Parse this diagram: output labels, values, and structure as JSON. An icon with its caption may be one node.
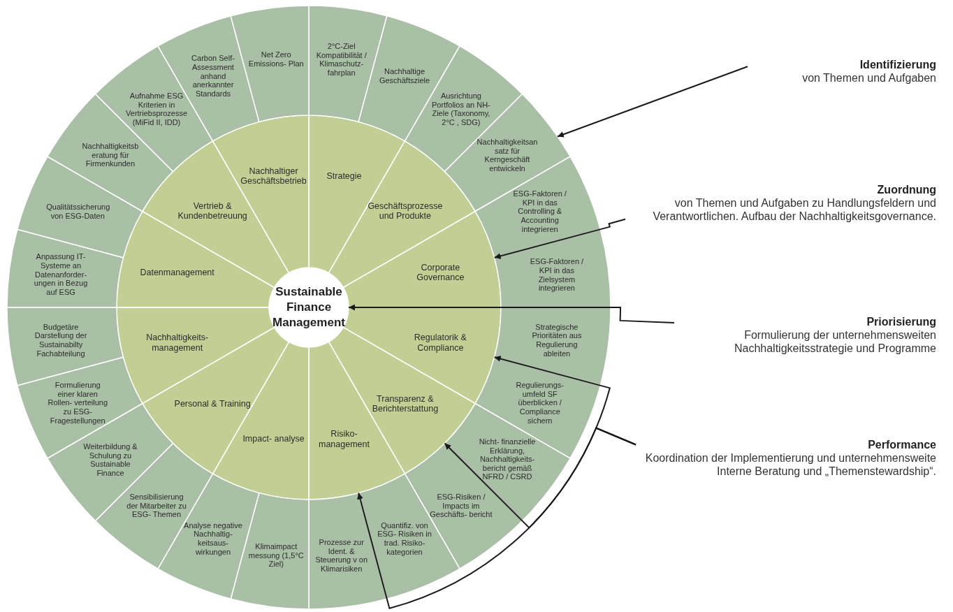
{
  "diagram": {
    "nodes": [
      {
        "text": [
          "Sustainable Finance Management"
        ]
      },
      {
        "text": [
          "Strategie"
        ]
      },
      {
        "text": [
          "Geschäftsprozesse und Produkte"
        ]
      },
      {
        "text": [
          "Corporate Governance"
        ]
      },
      {
        "text": [
          "Regulatorik & Compliance"
        ]
      },
      {
        "text": [
          "Transparenz & Berichterstattung"
        ]
      },
      {
        "text": [
          "Risiko- management"
        ]
      },
      {
        "text": [
          "Impact- analyse"
        ]
      },
      {
        "text": [
          "Personal & Training"
        ]
      },
      {
        "text": [
          "Nachhaltigkeits- management"
        ]
      },
      {
        "text": [
          "Datenmanagement"
        ]
      },
      {
        "text": [
          "Vertrieb & Kundenbetreuung"
        ]
      },
      {
        "text": [
          "Nachhaltiger Geschäftsbetrieb"
        ]
      },
      {
        "text": [
          "2°C-Ziel Kompatibilität / Klimaschutz- fahrplan"
        ]
      },
      {
        "text": [
          "Nachhaltige Geschäftsziele"
        ]
      },
      {
        "text": [
          "Ausrichtung Portfolios an NH- Ziele (Taxonomy, 2°C , SDG)"
        ]
      },
      {
        "text": [
          "Nachhaltigkeitsan satz für Kerngeschäft entwickeln"
        ]
      },
      {
        "text": [
          "ESG-Faktoren / KPI in das Controlling & Accounting integrieren"
        ]
      },
      {
        "text": [
          "ESG-Faktoren / KPI in das Zielsystem integrieren"
        ]
      },
      {
        "text": [
          "Strategische Prioritäten aus Regulierung ableiten"
        ]
      },
      {
        "text": [
          "Regulierungs-umfeld SF überblicken / Compliance sichern"
        ]
      },
      {
        "text": [
          "Nicht- finanzielle Erklärung, Nachhaltigkeits- bericht gemäß NFRD / CSRD"
        ]
      },
      {
        "text": [
          "ESG-Risiken / Impacts im Geschäfts- bericht"
        ]
      },
      {
        "text": [
          "Quantifiz. von ESG- Risiken in trad. Risiko- kategorien"
        ]
      },
      {
        "text": [
          "Prozesse zur Ident. & Steuerung v on Klimarisiken"
        ]
      },
      {
        "text": [
          "Klimaimpact messung (1,5°C Ziel)"
        ]
      },
      {
        "text": [
          "Analyse negative Nachhaltig- keitsaus- wirkungen"
        ]
      },
      {
        "text": [
          "Sensibilisierung der Mitarbeiter zu ESG- Themen"
        ]
      },
      {
        "text": [
          "Weiterbildung & Schulung zu Sustainable Finance"
        ]
      },
      {
        "text": [
          "Formulierung einer klaren Rollen- verteilung zu ESG- Fragestellungen"
        ]
      },
      {
        "text": [
          "Budgetäre Darstellung der Sustainabilty Fachabteilung"
        ]
      },
      {
        "text": [
          "Anpassung IT- Systeme an Datenanforder- ungen in Bezug auf ESG"
        ]
      },
      {
        "text": [
          "Qualitätssicherung von ESG-Daten"
        ]
      },
      {
        "text": [
          "Nachhaltigkeitsb eratung für Firmenkunden"
        ]
      },
      {
        "text": [
          "Aufnahme ESG Kriterien in Vertriebsprozesse (MiFid II, IDD)"
        ]
      },
      {
        "text": [
          "Carbon Self- Assessment anhand anerkannter Standards"
        ]
      },
      {
        "text": [
          "Net Zero Emissions- Plan"
        ]
      },
      {
        "text": [
          "Identifizierung",
          "von Themen und Aufgaben"
        ]
      },
      {
        "text": [
          "Zuordnung",
          "von Themen und Aufgaben zu Handlungsfeldern und Verantwortlichen. Aufbau der Nachhaltigkeitsgovernance."
        ]
      },
      {
        "text": [
          "Priorisierung",
          "Formulierung der unternehmensweiten Nachhaltigkeitsstrategie und Programme"
        ]
      },
      {
        "text": [
          "Performance",
          "Koordination der Implementierung und unternehmensweite Interne Beratung und „Themenstewardship“."
        ]
      }
    ],
    "edges": [
      {
        "from": 37,
        "to": 16,
        "arrow": "to"
      },
      {
        "from": 38,
        "to": 3,
        "arrow": "to"
      },
      {
        "from": 39,
        "to": 0,
        "arrow": "to"
      },
      {
        "from": 40,
        "to": 4,
        "arrow": "to"
      },
      {
        "from": 40,
        "to": 5,
        "arrow": "to"
      },
      {
        "from": 40,
        "to": 6,
        "arrow": "to"
      }
    ]
  }
}
